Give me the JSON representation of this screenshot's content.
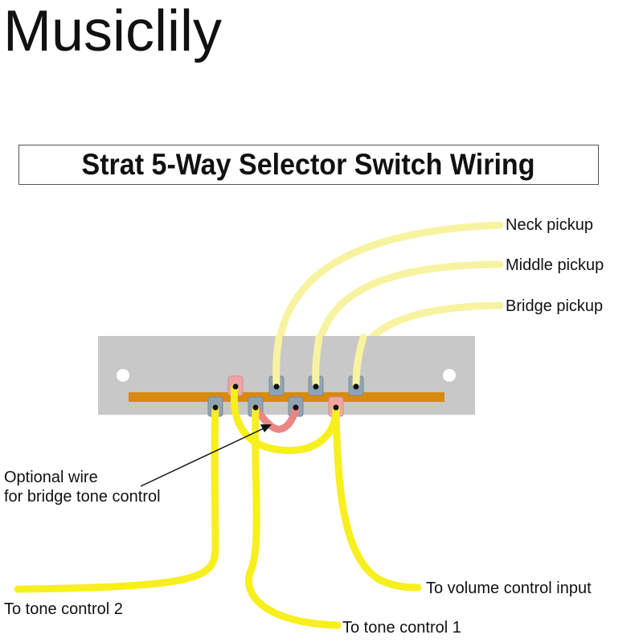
{
  "brand": "Musiclily",
  "title": "Strat 5-Way Selector Switch Wiring",
  "colors": {
    "wire": "#f7ef1e",
    "wire_pale": "#f8f3a0",
    "optional_wire": "#ec8585",
    "switch_plate": "#c8c8c8",
    "bus_bar": "#d8890e",
    "terminal": "#8fa3b2",
    "terminal_pink": "#f0a5a5"
  },
  "labels": {
    "neck": "Neck pickup",
    "middle": "Middle pickup",
    "bridge": "Bridge pickup",
    "optional_line1": "Optional wire",
    "optional_line2": "for bridge tone control",
    "tone2": "To tone control 2",
    "tone1": "To tone control 1",
    "volume": "To volume control input"
  }
}
